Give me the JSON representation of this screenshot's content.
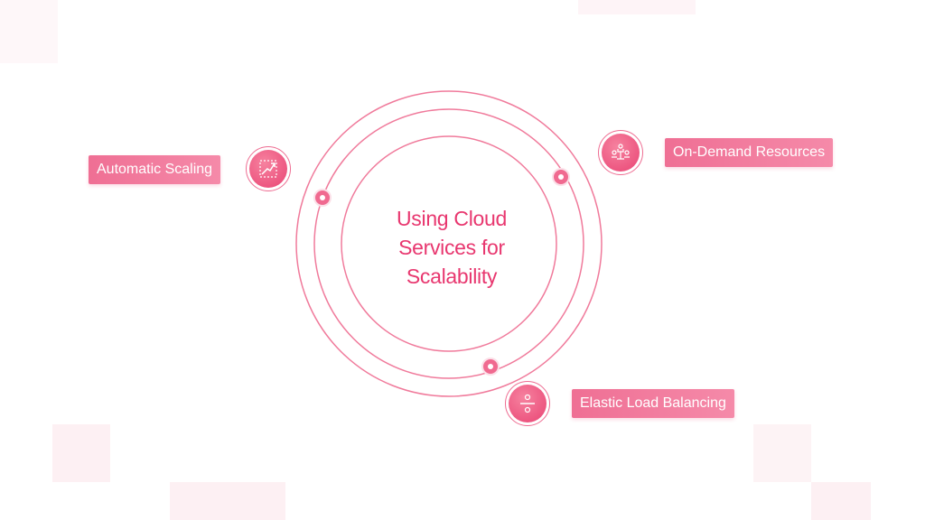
{
  "title_lines": [
    "Using Cloud",
    "Services for",
    "Scalability"
  ],
  "nodes": [
    {
      "label": "Automatic Scaling",
      "icon": "scaling-chart-icon"
    },
    {
      "label": "On-Demand Resources",
      "icon": "people-network-icon"
    },
    {
      "label": "Elastic Load Balancing",
      "icon": "balance-divide-icon"
    }
  ],
  "colors": {
    "accent": "#e8376f",
    "ring": "#f07a9b",
    "label_bg": "#f27a9e",
    "decor": "#fdf0f3"
  }
}
